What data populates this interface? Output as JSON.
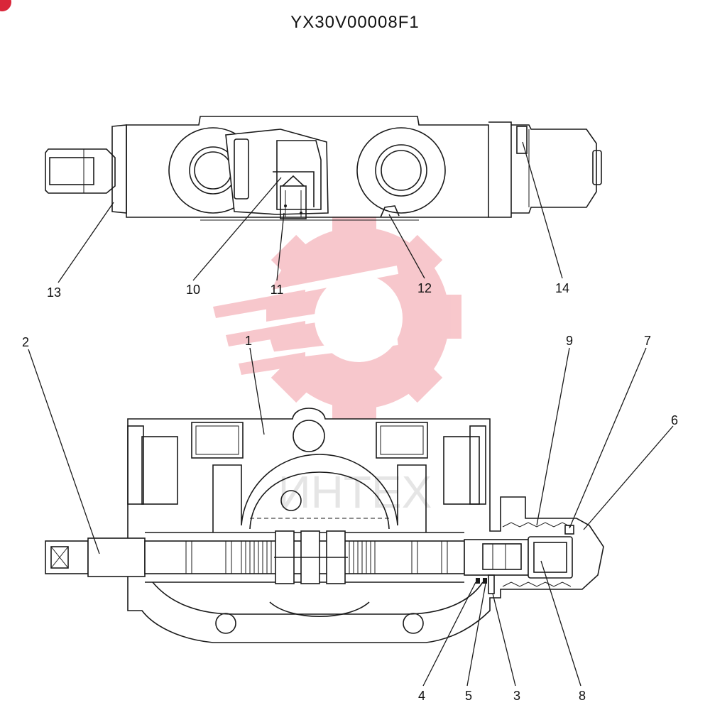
{
  "diagram": {
    "code": "YX30V00008F1",
    "watermark_text": "ИНТЕХ",
    "part_numbers": {
      "p1": "1",
      "p2": "2",
      "p3": "3",
      "p4": "4",
      "p5": "5",
      "p6": "6",
      "p7": "7",
      "p8": "8",
      "p9": "9",
      "p10": "10",
      "p11": "11",
      "p12": "12",
      "p13": "13",
      "p14": "14"
    },
    "colors": {
      "line": "#1a1a1a",
      "watermark": "#f29aa3",
      "badge": "#d9263a"
    }
  }
}
